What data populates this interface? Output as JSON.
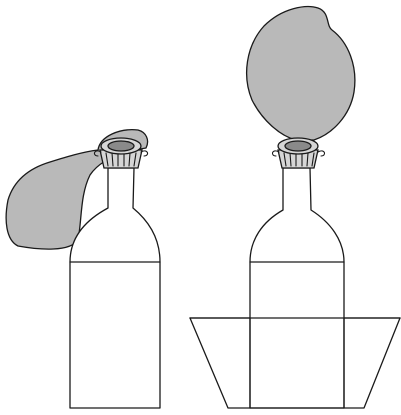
{
  "diagram": {
    "panels": [
      {
        "name": "left",
        "balloon_state": "deflated",
        "container": "none"
      },
      {
        "name": "right",
        "balloon_state": "inflated",
        "container": "trapezoid-basin"
      }
    ]
  },
  "colors": {
    "balloon_fill": "#b9b9b9",
    "cap_dark": "#8a8a8a",
    "cap_light": "#d6d6d6",
    "line": "#1a1a1a",
    "background": "#ffffff"
  }
}
